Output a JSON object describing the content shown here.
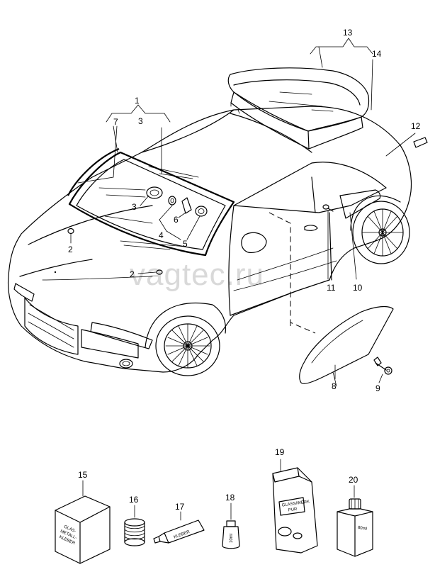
{
  "watermark": "vagtec.ru",
  "callouts": [
    {
      "id": "c1",
      "text": "1"
    },
    {
      "id": "c3top",
      "text": "3"
    },
    {
      "id": "c7",
      "text": "7"
    },
    {
      "id": "c3",
      "text": "3"
    },
    {
      "id": "c4",
      "text": "4"
    },
    {
      "id": "c6",
      "text": "6"
    },
    {
      "id": "c5",
      "text": "5"
    },
    {
      "id": "c2a",
      "text": "2"
    },
    {
      "id": "c2b",
      "text": "2"
    },
    {
      "id": "c13",
      "text": "13"
    },
    {
      "id": "c14",
      "text": "14"
    },
    {
      "id": "c12",
      "text": "12"
    },
    {
      "id": "c11",
      "text": "11"
    },
    {
      "id": "c10",
      "text": "10"
    },
    {
      "id": "c8",
      "text": "8"
    },
    {
      "id": "c9",
      "text": "9"
    },
    {
      "id": "c15",
      "text": "15"
    },
    {
      "id": "c16",
      "text": "16"
    },
    {
      "id": "c17",
      "text": "17"
    },
    {
      "id": "c18",
      "text": "18"
    },
    {
      "id": "c19",
      "text": "19"
    },
    {
      "id": "c20",
      "text": "20"
    }
  ],
  "package_labels": {
    "box15": [
      "GLAS-",
      "METALL-",
      "KLEBER"
    ],
    "tube17": "KLEBER",
    "bottle18": "10ml",
    "bag19": [
      "GLASS/WERK",
      "PUR"
    ],
    "bottle20": "80ml"
  }
}
